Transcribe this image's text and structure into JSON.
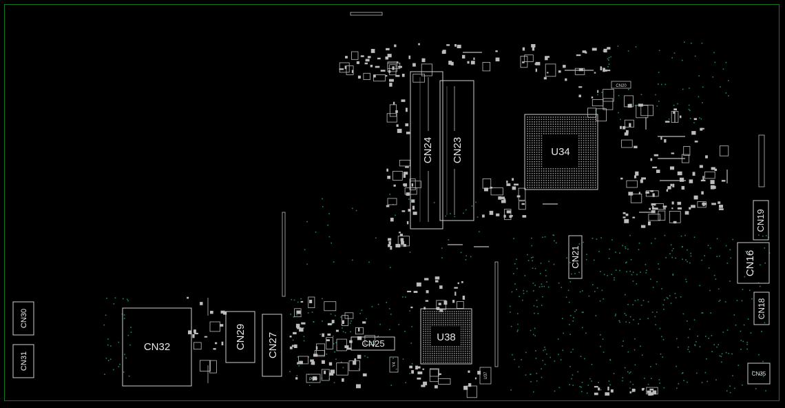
{
  "board": {
    "frame_color": "#0f7a1a",
    "silk_color": "#e8e8e8",
    "via_color": "#1f8a6a"
  },
  "components": {
    "cn32": "CN32",
    "cn29": "CN29",
    "cn27": "CN27",
    "cn25": "CN25",
    "u38": "U38",
    "cn24": "CN24",
    "cn23": "CN23",
    "u34": "U34",
    "cn21": "CN21",
    "cn19": "CN19",
    "cn16": "CN16",
    "cn18": "CN18",
    "cn35": "CN35",
    "cn30": "CN30",
    "cn31": "CN31",
    "cn20": "CN20",
    "y4": "Y4",
    "pu9": "PU9",
    "u37": "U37"
  }
}
